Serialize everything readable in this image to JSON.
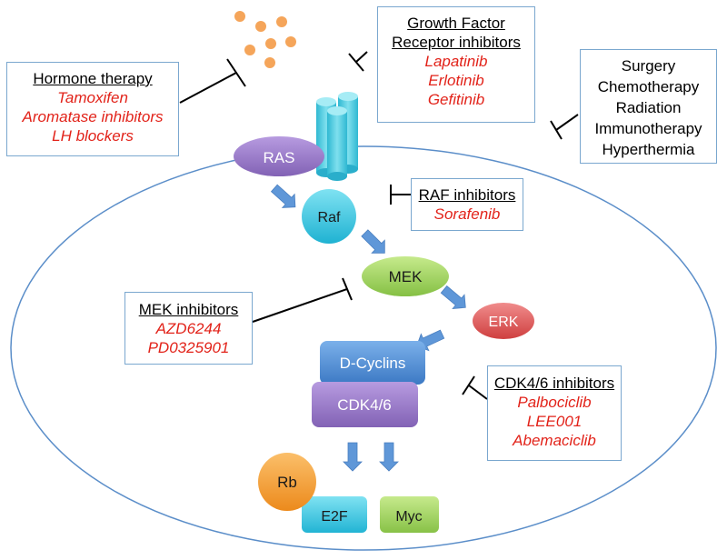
{
  "hormone_therapy": {
    "title": "Hormone therapy",
    "drugs": [
      "Tamoxifen",
      "Aromatase inhibitors",
      "LH blockers"
    ]
  },
  "gf_receptor_inhibitors": {
    "title_line1": "Growth Factor",
    "title_line2": "Receptor inhibitors",
    "drugs": [
      "Lapatinib",
      "Erlotinib",
      "Gefitinib"
    ]
  },
  "other_therapies": {
    "items": [
      "Surgery",
      "Chemotherapy",
      "Radiation",
      "Immunotherapy",
      "Hyperthermia"
    ]
  },
  "raf_inhibitors": {
    "title": "RAF inhibitors",
    "drugs": [
      "Sorafenib"
    ]
  },
  "mek_inhibitors": {
    "title": "MEK inhibitors",
    "drugs": [
      "AZD6244",
      "PD0325901"
    ]
  },
  "cdk_inhibitors": {
    "title": "CDK4/6 inhibitors",
    "drugs": [
      "Palbociclib",
      "LEE001",
      "Abemaciclib"
    ]
  },
  "nodes": {
    "ras": "RAS",
    "raf": "Raf",
    "mek": "MEK",
    "erk": "ERK",
    "d_cyclins": "D-Cyclins",
    "cdk46": "CDK4/6",
    "rb": "Rb",
    "e2f": "E2F",
    "myc": "Myc"
  },
  "colors": {
    "cell_border": "#5b8ec9",
    "box_border": "#7aa7cf",
    "drug_text": "#e2231a",
    "ras": "#9a78c6",
    "raf": "#3ec6e0",
    "mek": "#9bcf5a",
    "erk": "#e05a5a",
    "d_cyclins": "#4a86cf",
    "cdk46": "#9a78c6",
    "rb": "#f59a2c",
    "e2f": "#3ec6e0",
    "myc": "#9bcf5a",
    "arrow": "#5f97d8",
    "growth_factor": "#f5a55a",
    "receptor": "#3fc4d9"
  }
}
